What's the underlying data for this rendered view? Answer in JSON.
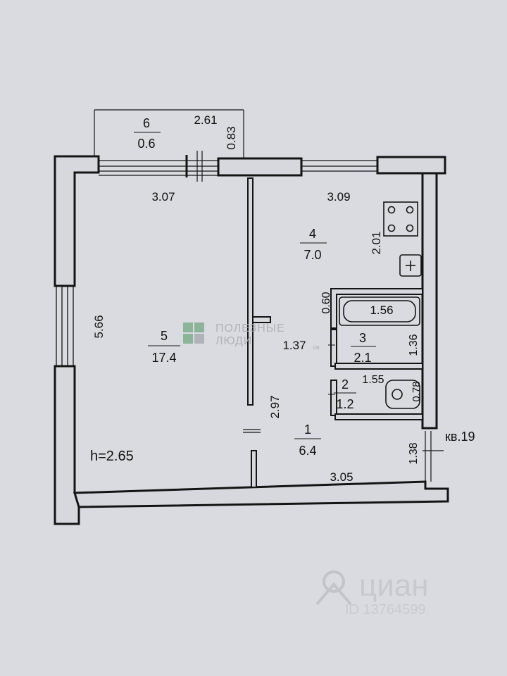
{
  "colors": {
    "paper": "#d9dbe0",
    "ink": "#141414",
    "wall_fill": "#d6d8dd",
    "watermark_green": "#7fae8d",
    "watermark_gray": "#a9adb3"
  },
  "rooms": [
    {
      "number": "6",
      "area": "0.6"
    },
    {
      "number": "4",
      "area": "7.0"
    },
    {
      "number": "5",
      "area": "17.4"
    },
    {
      "number": "3",
      "area": "2.1"
    },
    {
      "number": "2",
      "area": "1.2"
    },
    {
      "number": "1",
      "area": "6.4"
    }
  ],
  "dimensions": {
    "balcony_width": "2.61",
    "balcony_depth": "0.83",
    "room5_width": "3.07",
    "room4_width": "3.09",
    "room4_depth": "2.01",
    "room5_length": "5.66",
    "partition": "0.60",
    "bathtub": "1.56",
    "hall_width": "1.37",
    "bath_depth": "1.36",
    "wc_width": "1.55",
    "wc_depth": "0.78",
    "hall_length": "2.97",
    "entry": "1.38",
    "hall_bottom": "3.05"
  },
  "ceiling_height": "h=2.65",
  "apartment_label": "кв.19",
  "watermarks": {
    "agency_line1": "ПОЛЕЗНЫЕ",
    "agency_line2": "ЛЮДИ",
    "agency_suffix": "ов",
    "cian_brand": "циан",
    "cian_id": "ID 13764599"
  },
  "icons": [
    "stove-icon",
    "sink-icon",
    "bathtub-icon",
    "toilet-icon",
    "door-icon",
    "watermark-logo-icon",
    "cian-logo-icon"
  ]
}
